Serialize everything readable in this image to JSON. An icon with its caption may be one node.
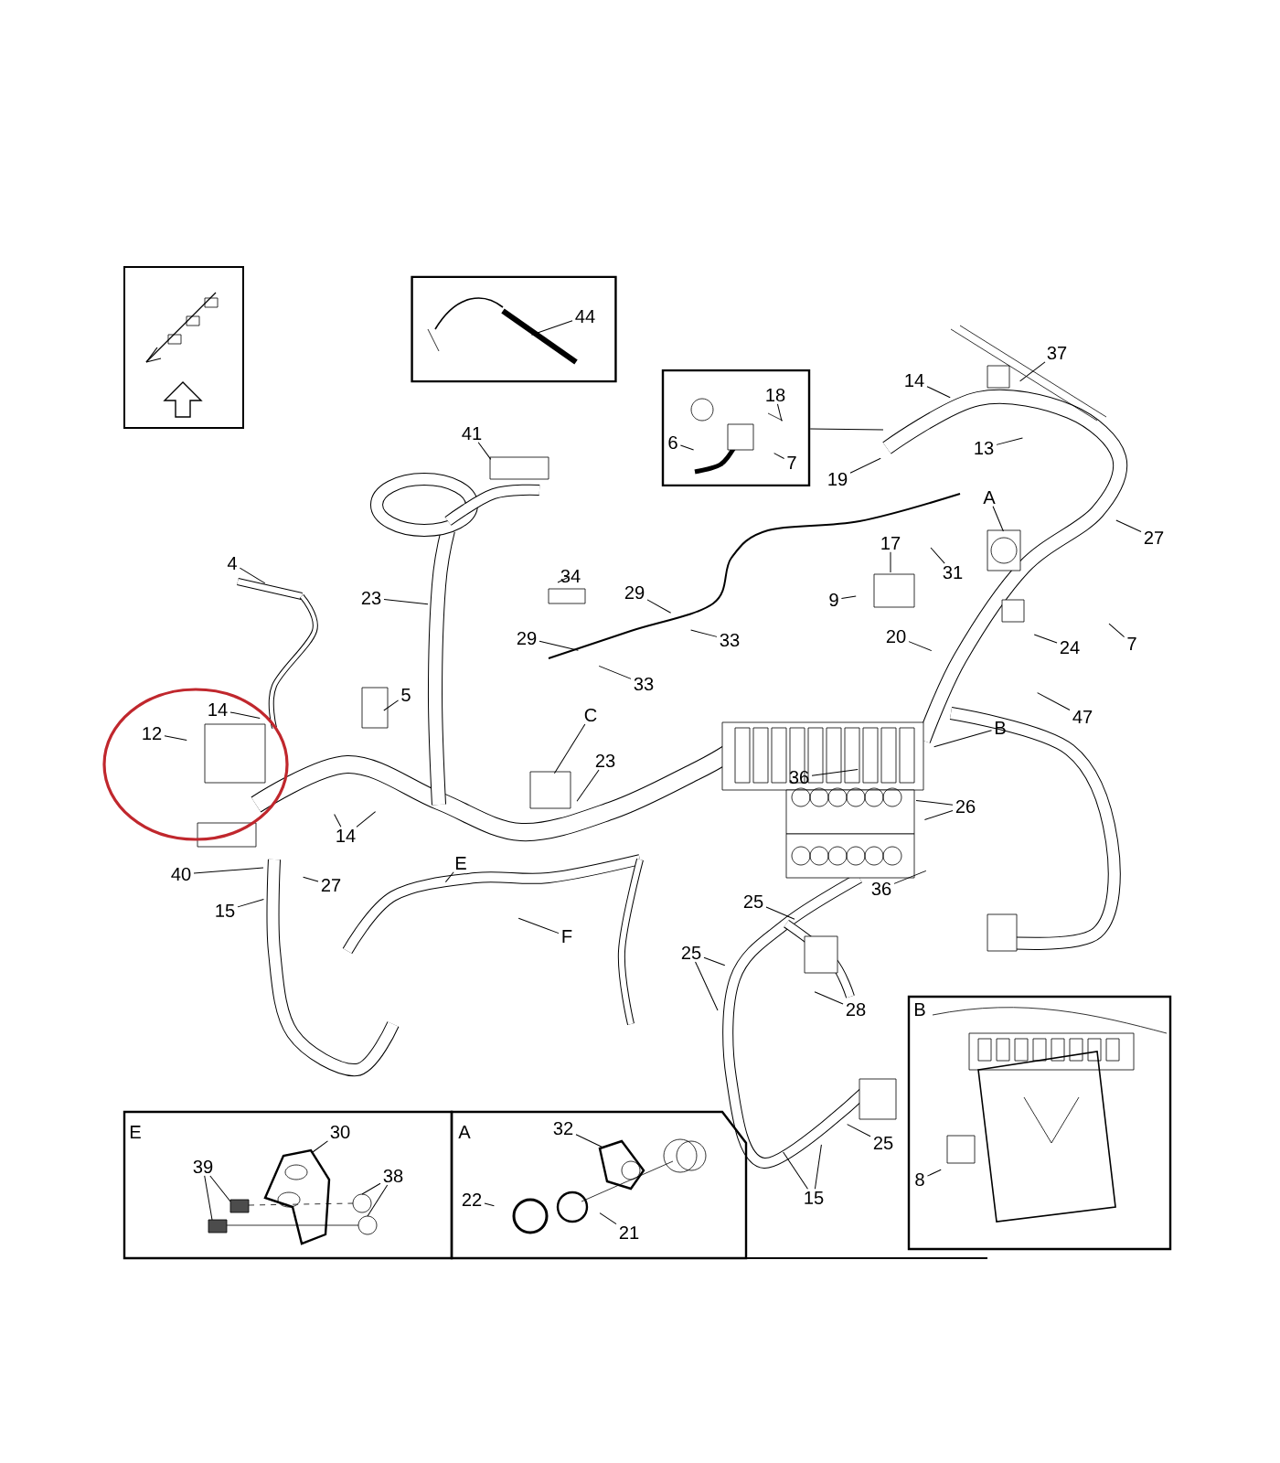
{
  "diagram": {
    "nodes": [
      {
        "text": [],
        "shape": "box"
      },
      {
        "text": [
          "44"
        ],
        "in": 0
      },
      {
        "text": [],
        "shape": "box"
      },
      {
        "text": [
          "6"
        ],
        "in": 2
      },
      {
        "text": [
          "18"
        ],
        "in": 2
      },
      {
        "text": [
          "7"
        ],
        "in": 2
      },
      {
        "text": [
          "41"
        ]
      },
      {
        "text": [
          "4"
        ]
      },
      {
        "text": [
          "34"
        ]
      },
      {
        "text": [
          "23"
        ]
      },
      {
        "text": [
          "29"
        ]
      },
      {
        "text": [
          "29"
        ]
      },
      {
        "text": [
          "33"
        ]
      },
      {
        "text": [
          "33"
        ]
      },
      {
        "text": [
          "5"
        ]
      },
      {
        "text": [
          "14"
        ]
      },
      {
        "text": [
          "12"
        ]
      },
      {
        "text": [
          "14"
        ]
      },
      {
        "text": [
          "C"
        ]
      },
      {
        "text": [
          "23"
        ]
      },
      {
        "text": [
          "40"
        ]
      },
      {
        "text": [
          "27"
        ]
      },
      {
        "text": [
          "15"
        ]
      },
      {
        "text": [
          "E"
        ]
      },
      {
        "text": [
          "F"
        ]
      },
      {
        "text": [
          "37"
        ]
      },
      {
        "text": [
          "14"
        ]
      },
      {
        "text": [
          "13"
        ]
      },
      {
        "text": [
          "19"
        ]
      },
      {
        "text": [
          "A"
        ]
      },
      {
        "text": [
          "17"
        ]
      },
      {
        "text": [
          "27"
        ]
      },
      {
        "text": [
          "31"
        ]
      },
      {
        "text": [
          "9"
        ]
      },
      {
        "text": [
          "20"
        ]
      },
      {
        "text": [
          "24"
        ]
      },
      {
        "text": [
          "7"
        ]
      },
      {
        "text": [
          "47"
        ]
      },
      {
        "text": [
          "B"
        ]
      },
      {
        "text": [
          "36"
        ]
      },
      {
        "text": [
          "26"
        ]
      },
      {
        "text": [
          "36"
        ]
      },
      {
        "text": [
          "25"
        ]
      },
      {
        "text": [
          "25"
        ]
      },
      {
        "text": [
          "28"
        ]
      },
      {
        "text": [
          "25"
        ]
      },
      {
        "text": [
          "15"
        ]
      },
      {
        "text": [
          "E"
        ]
      },
      {
        "text": [
          "30"
        ],
        "in": 47
      },
      {
        "text": [
          "39"
        ],
        "in": 47
      },
      {
        "text": [
          "38"
        ],
        "in": 47
      },
      {
        "text": [
          "A"
        ]
      },
      {
        "text": [
          "32"
        ],
        "in": 51
      },
      {
        "text": [
          "22"
        ],
        "in": 51
      },
      {
        "text": [
          "21"
        ],
        "in": 51
      },
      {
        "text": [
          "B"
        ]
      },
      {
        "text": [
          "8"
        ],
        "in": 55
      },
      {
        "text": [],
        "shape": "picture",
        "in": 47
      }
    ],
    "edges": [
      {
        "from": 1,
        "to": null,
        "arrow": "none"
      },
      {
        "from": 2,
        "to": null,
        "arrow": "none"
      },
      {
        "from": 3,
        "to": null,
        "arrow": "none"
      },
      {
        "from": 4,
        "to": null,
        "arrow": "none"
      },
      {
        "from": 5,
        "to": null,
        "arrow": "none"
      },
      {
        "from": 6,
        "to": null,
        "arrow": "none"
      },
      {
        "from": 7,
        "to": null,
        "arrow": "none"
      },
      {
        "from": 8,
        "to": null,
        "arrow": "none"
      },
      {
        "from": 9,
        "to": null,
        "arrow": "none"
      },
      {
        "from": 10,
        "to": null,
        "arrow": "none"
      },
      {
        "from": 11,
        "to": null,
        "arrow": "none"
      },
      {
        "from": 12,
        "to": null,
        "arrow": "none"
      },
      {
        "from": 13,
        "to": null,
        "arrow": "none"
      },
      {
        "from": 14,
        "to": null,
        "arrow": "none"
      },
      {
        "from": 15,
        "to": null,
        "arrow": "none"
      },
      {
        "from": 16,
        "to": null,
        "arrow": "none"
      },
      {
        "from": 17,
        "to": null,
        "arrow": "none"
      },
      {
        "from": 17,
        "to": null,
        "arrow": "none"
      },
      {
        "from": 18,
        "to": null,
        "arrow": "none"
      },
      {
        "from": 19,
        "to": null,
        "arrow": "none"
      },
      {
        "from": 20,
        "to": null,
        "arrow": "none"
      },
      {
        "from": 21,
        "to": null,
        "arrow": "none"
      },
      {
        "from": 22,
        "to": null,
        "arrow": "none"
      },
      {
        "from": 23,
        "to": null,
        "arrow": "none"
      },
      {
        "from": 24,
        "to": null,
        "arrow": "none"
      },
      {
        "from": 25,
        "to": null,
        "arrow": "none"
      },
      {
        "from": 26,
        "to": null,
        "arrow": "none"
      },
      {
        "from": 27,
        "to": null,
        "arrow": "none"
      },
      {
        "from": 28,
        "to": null,
        "arrow": "none"
      },
      {
        "from": 29,
        "to": null,
        "arrow": "none"
      },
      {
        "from": 30,
        "to": null,
        "arrow": "none"
      },
      {
        "from": 31,
        "to": null,
        "arrow": "none"
      },
      {
        "from": 32,
        "to": null,
        "arrow": "none"
      },
      {
        "from": 33,
        "to": null,
        "arrow": "none"
      },
      {
        "from": 34,
        "to": null,
        "arrow": "none"
      },
      {
        "from": 35,
        "to": null,
        "arrow": "none"
      },
      {
        "from": 36,
        "to": null,
        "arrow": "none"
      },
      {
        "from": 37,
        "to": null,
        "arrow": "none"
      },
      {
        "from": 38,
        "to": null,
        "arrow": "none"
      },
      {
        "from": 39,
        "to": null,
        "arrow": "none"
      },
      {
        "from": 40,
        "to": null,
        "arrow": "none"
      },
      {
        "from": 40,
        "to": null,
        "arrow": "none"
      },
      {
        "from": 41,
        "to": null,
        "arrow": "none"
      },
      {
        "from": 42,
        "to": null,
        "arrow": "none"
      },
      {
        "from": 43,
        "to": null,
        "arrow": "none"
      },
      {
        "from": 43,
        "to": null,
        "arrow": "none"
      },
      {
        "from": 44,
        "to": null,
        "arrow": "none"
      },
      {
        "from": 45,
        "to": null,
        "arrow": "none"
      },
      {
        "from": 46,
        "to": null,
        "arrow": "none"
      },
      {
        "from": 46,
        "to": null,
        "arrow": "none"
      },
      {
        "from": 48,
        "to": 57,
        "arrow": "none"
      },
      {
        "from": 49,
        "to": 57,
        "arrow": "none"
      },
      {
        "from": 49,
        "to": 57,
        "arrow": "none"
      },
      {
        "from": 50,
        "to": 57,
        "arrow": "none"
      },
      {
        "from": 50,
        "to": 57,
        "arrow": "none"
      },
      {
        "from": 52,
        "to": null,
        "arrow": "none"
      },
      {
        "from": 53,
        "to": null,
        "arrow": "none"
      },
      {
        "from": 54,
        "to": null,
        "arrow": "none"
      },
      {
        "from": 56,
        "to": null,
        "arrow": "none"
      }
    ]
  }
}
